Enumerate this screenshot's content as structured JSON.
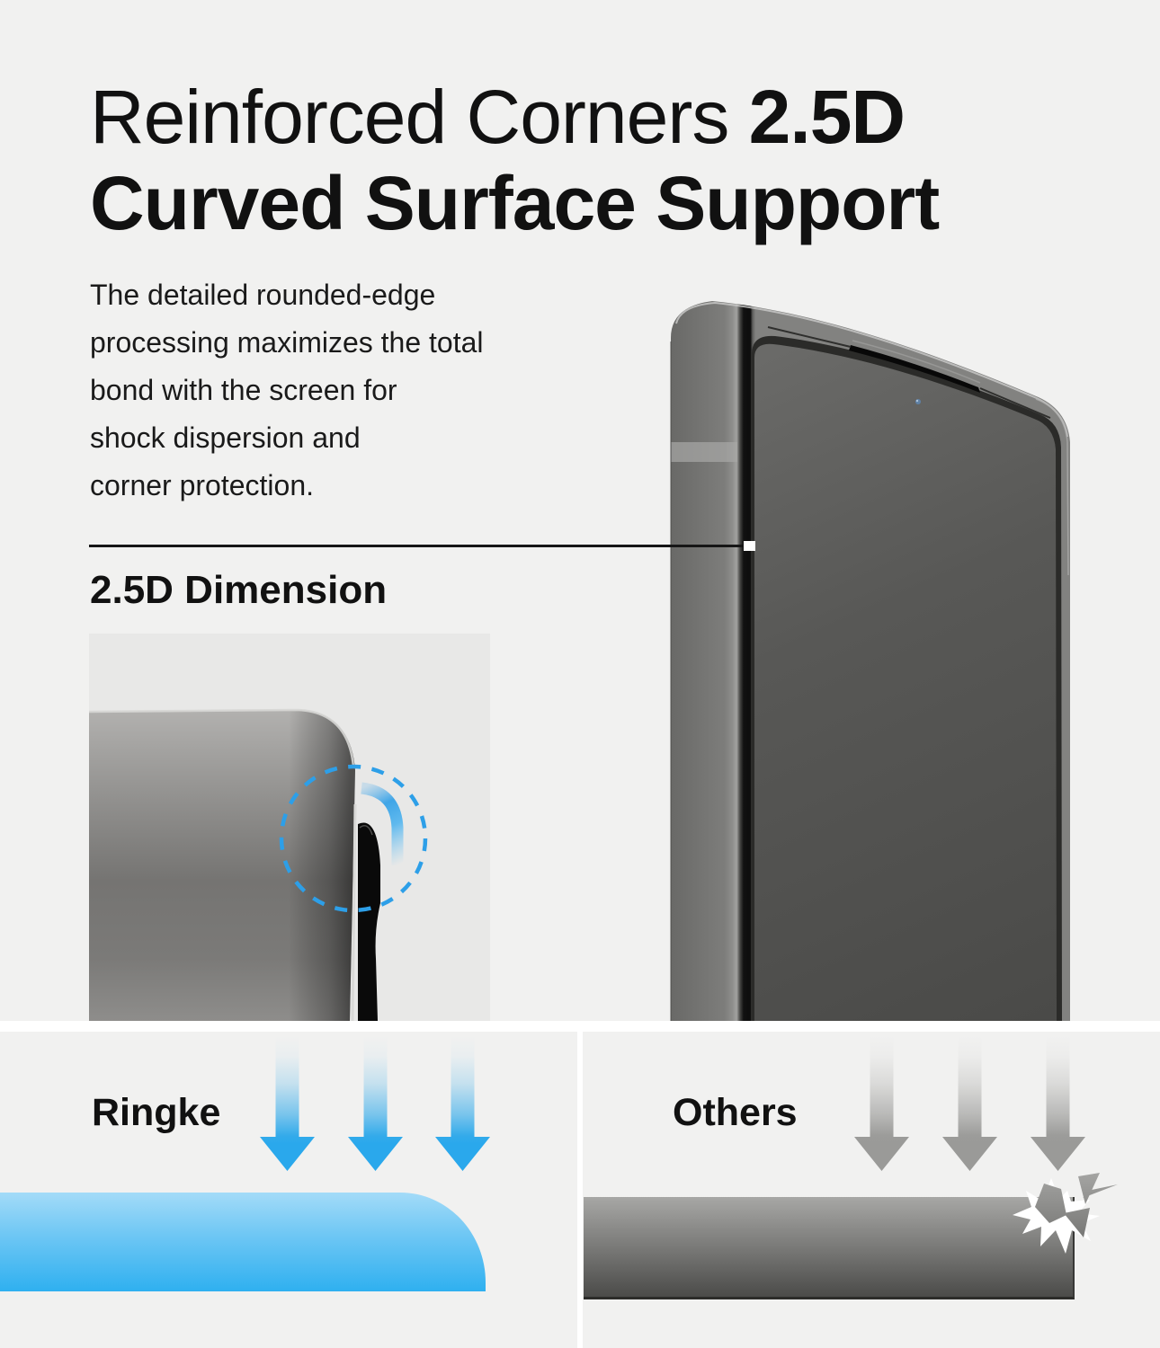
{
  "header": {
    "title_line1_regular": "Reinforced Corners ",
    "title_line1_bold": "2.5D",
    "title_line2": "Curved Surface Support"
  },
  "intro": {
    "lines": [
      "The detailed rounded-edge",
      "processing maximizes the total",
      "bond with the screen for",
      "shock dispersion and",
      "corner protection."
    ]
  },
  "dimension_section": {
    "title": "2.5D Dimension"
  },
  "comparison": {
    "left": {
      "label": "Ringke"
    },
    "right": {
      "label": "Others"
    }
  },
  "icons": {
    "dashed_circle": "curved-edge-highlight-circle",
    "curve_arc": "rounded-edge-arc",
    "blue_arrows": "impact-arrows-protected",
    "gray_arrows": "impact-arrows-unprotected",
    "crack": "shatter-icon"
  },
  "colors": {
    "background": "#f1f1f0",
    "panel_gray": "#e8e8e7",
    "text": "#111111",
    "accent_blue": "#2aa8ec",
    "dashed_circle_blue": "#2d9fe8",
    "bar_blue_top": "#a3dbf8",
    "bar_blue_bottom": "#2fb0f0",
    "arrow_gray": "#9a9a98",
    "bar_gray_top": "#a7a7a5",
    "bar_gray_bottom": "#4b4b49"
  }
}
